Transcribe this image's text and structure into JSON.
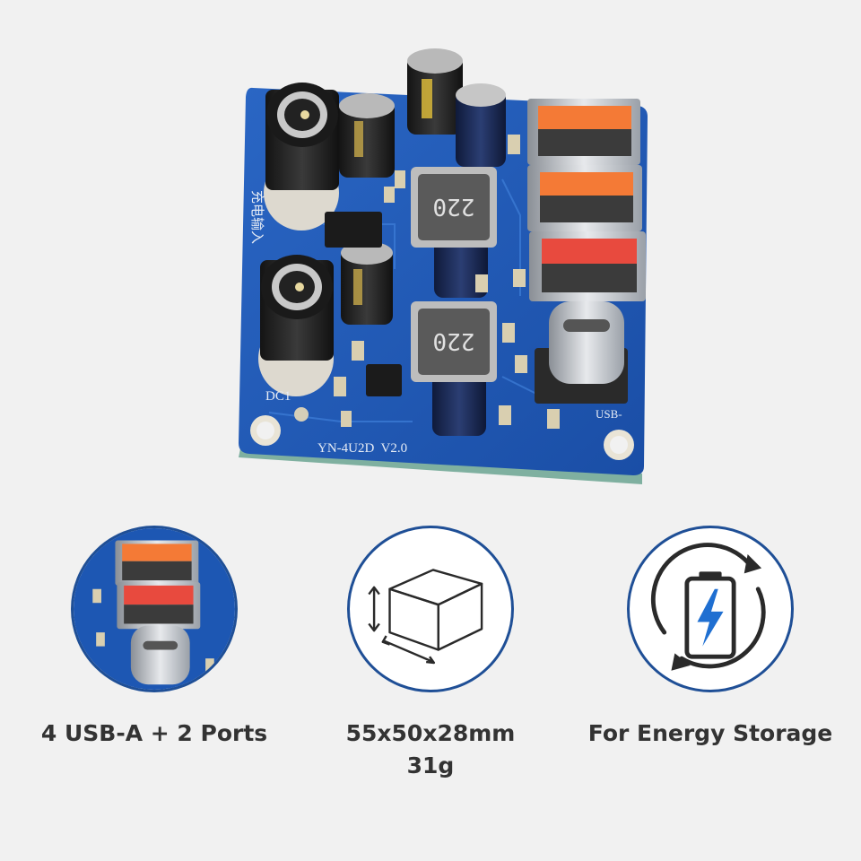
{
  "board": {
    "model_label": "YN-4U2D  V2.0",
    "dc_label": "DC1",
    "usb_label": "USB-",
    "inductor_marking": "220",
    "silk_chinese": "充电输入",
    "colors": {
      "pcb": "#1d57b3",
      "port_orange": "#f47a36",
      "port_red": "#e84a3e"
    }
  },
  "features": [
    {
      "icon": "ports-closeup-image",
      "label": "4 USB-A + 2 Ports"
    },
    {
      "icon": "box-dimensions-icon",
      "label": "55x50x28mm",
      "sublabel": "31g"
    },
    {
      "icon": "battery-charge-cycle-icon",
      "label": "For Energy Storage"
    }
  ],
  "accent_color": "#1f4f96"
}
